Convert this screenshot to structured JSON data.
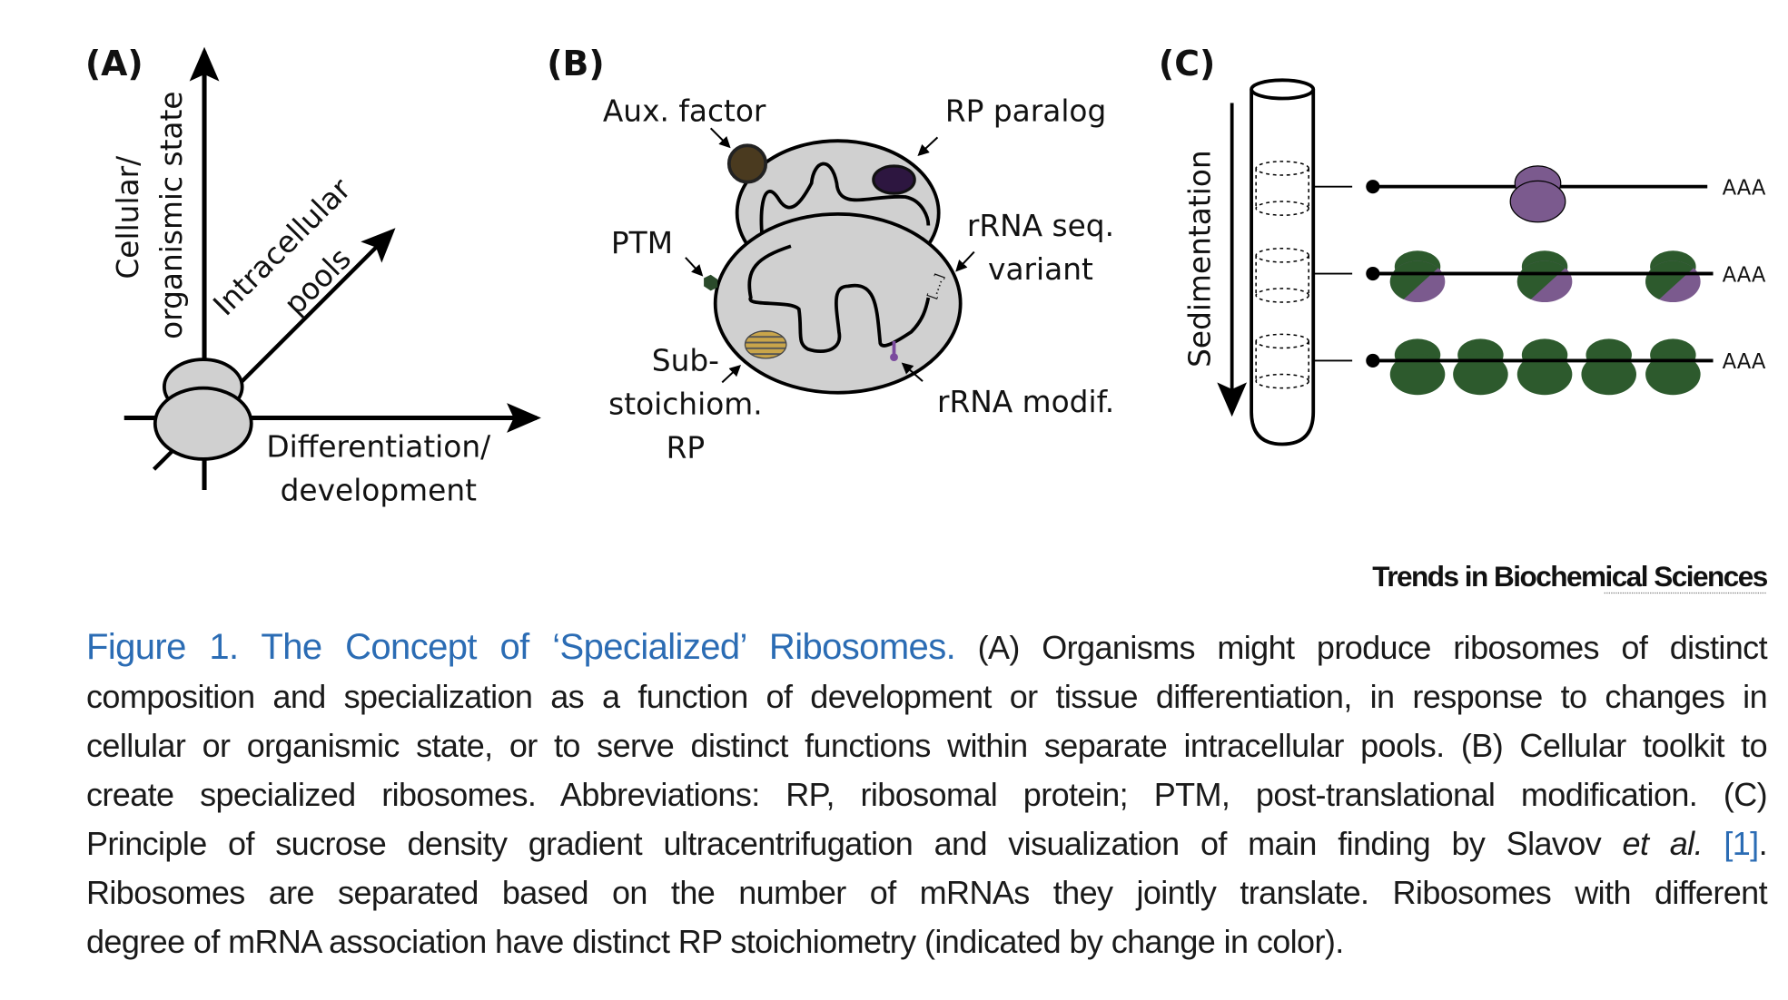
{
  "panel_a": {
    "label": "(A)",
    "y_axis_line1": "Cellular/",
    "y_axis_line2": "organismic state",
    "diag_line1": "Intracellular",
    "diag_line2": "pools",
    "x_axis_line1": "Differentiation/",
    "x_axis_line2": "development"
  },
  "panel_b": {
    "label": "(B)",
    "aux_factor": "Aux. factor",
    "rp_paralog": "RP paralog",
    "ptm": "PTM",
    "rrna_seq_1": "rRNA seq.",
    "rrna_seq_2": "variant",
    "sub_1": "Sub-",
    "sub_2": "stoichiom.",
    "sub_3": "RP",
    "rrna_modif": "rRNA modif.",
    "bracket": "[....]"
  },
  "panel_c": {
    "label": "(C)",
    "sedimentation": "Sedimentation",
    "polya": [
      "AAA",
      "AAA",
      "AAA"
    ]
  },
  "journal": "Trends in Biochemical Sciences",
  "colors": {
    "caption_title": "#2b6cb4",
    "ribosome_gray": "#d0d0d0",
    "green": "#2d5a2d",
    "purple": "#7b5a8e",
    "aux_brown": "#4a3a1f",
    "paralog_dark_purple": "#2d1640"
  },
  "caption": {
    "title": "Figure 1. The Concept of ‘Specialized’ Ribosomes.",
    "l1": " (A) Organisms might produce ribosomes of distinct",
    "l2": "composition and specialization as a function of development or tissue differentiation, in response to changes in",
    "l3": "cellular or organismic state, or to serve distinct functions within separate intracellular pools. (B) Cellular toolkit to",
    "l4": "create specialized ribosomes. Abbreviations: RP, ribosomal protein; PTM, post-translational modification. (C)",
    "l5a": "Principle of sucrose density gradient ultracentrifugation and visualization of main finding by Slavov ",
    "l5_italic": "et al.",
    "l5_ref": "[1]",
    "l5_end": ".",
    "l6": "Ribosomes are separated based on the number of mRNAs they jointly translate. Ribosomes with different",
    "l7": "degree of mRNA association have distinct RP stoichiometry (indicated by change in color)."
  }
}
